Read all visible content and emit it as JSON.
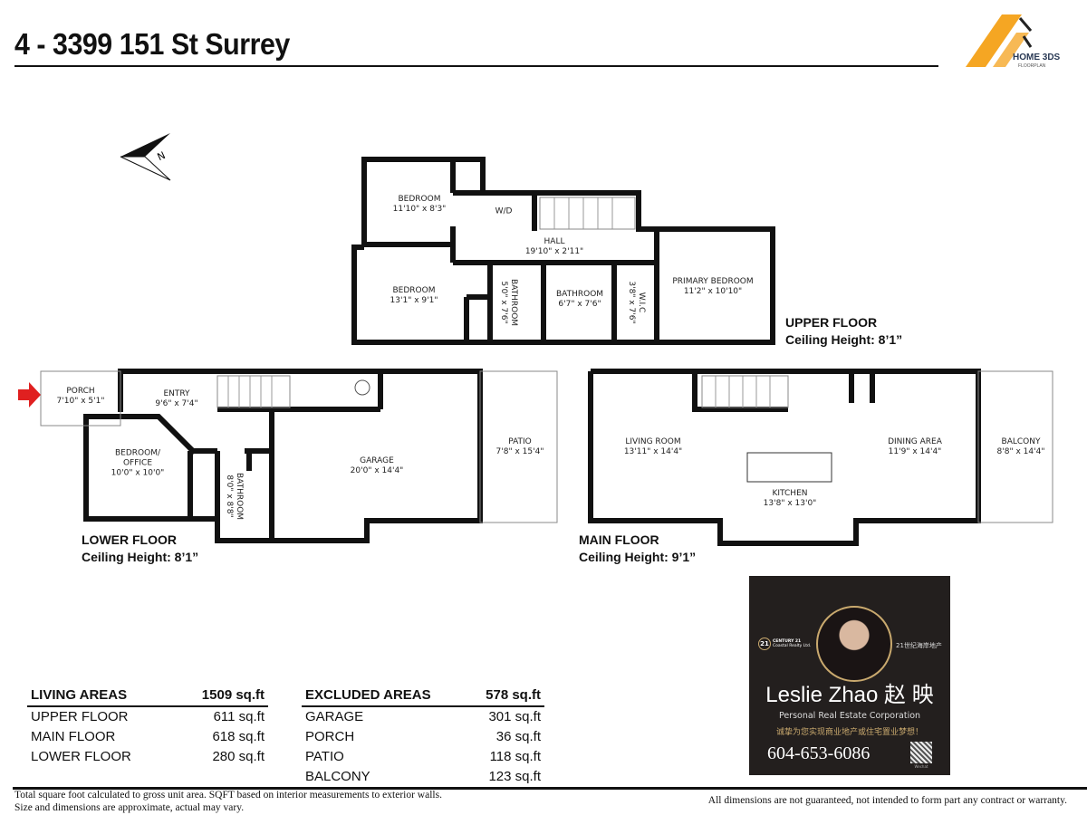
{
  "header": {
    "title": "4 - 3399 151 St Surrey",
    "logo": {
      "text": "HOME 3DS",
      "subtext": "FLOORPLAN",
      "accent": "#f5a623"
    }
  },
  "compass": {
    "label": "N",
    "icon": "compass-north-icon"
  },
  "upper_floor": {
    "name": "UPPER FLOOR",
    "ceiling": "Ceiling Height: 8’1”",
    "rooms": [
      {
        "name": "BEDROOM",
        "dims": "11'10\" x 8'3\""
      },
      {
        "name": "W/D",
        "dims": ""
      },
      {
        "name": "HALL",
        "dims": "19'10\" x 2'11\""
      },
      {
        "name": "BEDROOM",
        "dims": "13'1\" x 9'1\""
      },
      {
        "name": "BATHROOM",
        "dims": "5'0\" x 7'6\""
      },
      {
        "name": "BATHROOM",
        "dims": "6'7\" x 7'6\""
      },
      {
        "name": "W.I.C",
        "dims": "3'8\" x 7'6\""
      },
      {
        "name": "PRIMARY BEDROOM",
        "dims": "11'2\" x 10'10\""
      }
    ]
  },
  "lower_floor": {
    "name": "LOWER FLOOR",
    "ceiling": "Ceiling Height: 8’1”",
    "rooms": [
      {
        "name": "PORCH",
        "dims": "7'10\" x 5'1\""
      },
      {
        "name": "ENTRY",
        "dims": "9'6\" x 7'4\""
      },
      {
        "name": "BEDROOM/ OFFICE",
        "dims": "10'0\" x 10'0\""
      },
      {
        "name": "BATHROOM",
        "dims": "8'0\" x 8'8\""
      },
      {
        "name": "GARAGE",
        "dims": "20'0\" x 14'4\""
      },
      {
        "name": "PATIO",
        "dims": "7'8\" x 15'4\""
      }
    ]
  },
  "main_floor": {
    "name": "MAIN FLOOR",
    "ceiling": "Ceiling Height: 9’1”",
    "rooms": [
      {
        "name": "LIVING ROOM",
        "dims": "13'11\" x 14'4\""
      },
      {
        "name": "DINING AREA",
        "dims": "11'9\" x 14'4\""
      },
      {
        "name": "KITCHEN",
        "dims": "13'8\" x 13'0\""
      },
      {
        "name": "BALCONY",
        "dims": "8'8\" x 14'4\""
      }
    ]
  },
  "entrance_marker": {
    "icon": "entrance-arrow-icon",
    "color": "#e02020"
  },
  "living_areas": {
    "header": "LIVING AREAS",
    "total": "1509 sq.ft",
    "rows": [
      {
        "label": "UPPER FLOOR",
        "value": "611 sq.ft"
      },
      {
        "label": "MAIN FLOOR",
        "value": "618 sq.ft"
      },
      {
        "label": "LOWER FLOOR",
        "value": "280 sq.ft"
      }
    ]
  },
  "excluded_areas": {
    "header": "EXCLUDED AREAS",
    "total": "578 sq.ft",
    "rows": [
      {
        "label": "GARAGE",
        "value": "301 sq.ft"
      },
      {
        "label": "PORCH",
        "value": "36 sq.ft"
      },
      {
        "label": "PATIO",
        "value": "118 sq.ft"
      },
      {
        "label": "BALCONY",
        "value": "123 sq.ft"
      }
    ]
  },
  "notes": {
    "line1": "Total square foot calculated to gross unit area. SQFT based on interior measurements to exterior walls.",
    "line2": "Size and dimensions are approximate, actual may vary.",
    "disclaimer": "All dimensions are not guaranteed, not intended to form part any contract or warranty."
  },
  "agent": {
    "brokerage": "CENTURY 21",
    "brokerage_sub": "Coastal Realty Ltd.",
    "brokerage_cn": "21世纪海岸地产",
    "name": "Leslie Zhao 赵 映",
    "title": "Personal Real Estate Corporation",
    "slogan": "诚挚为您实现商业地产或住宅置业梦想！",
    "phone": "604-653-6086",
    "qr_label": "Wechat",
    "accent": "#c9a96e"
  }
}
